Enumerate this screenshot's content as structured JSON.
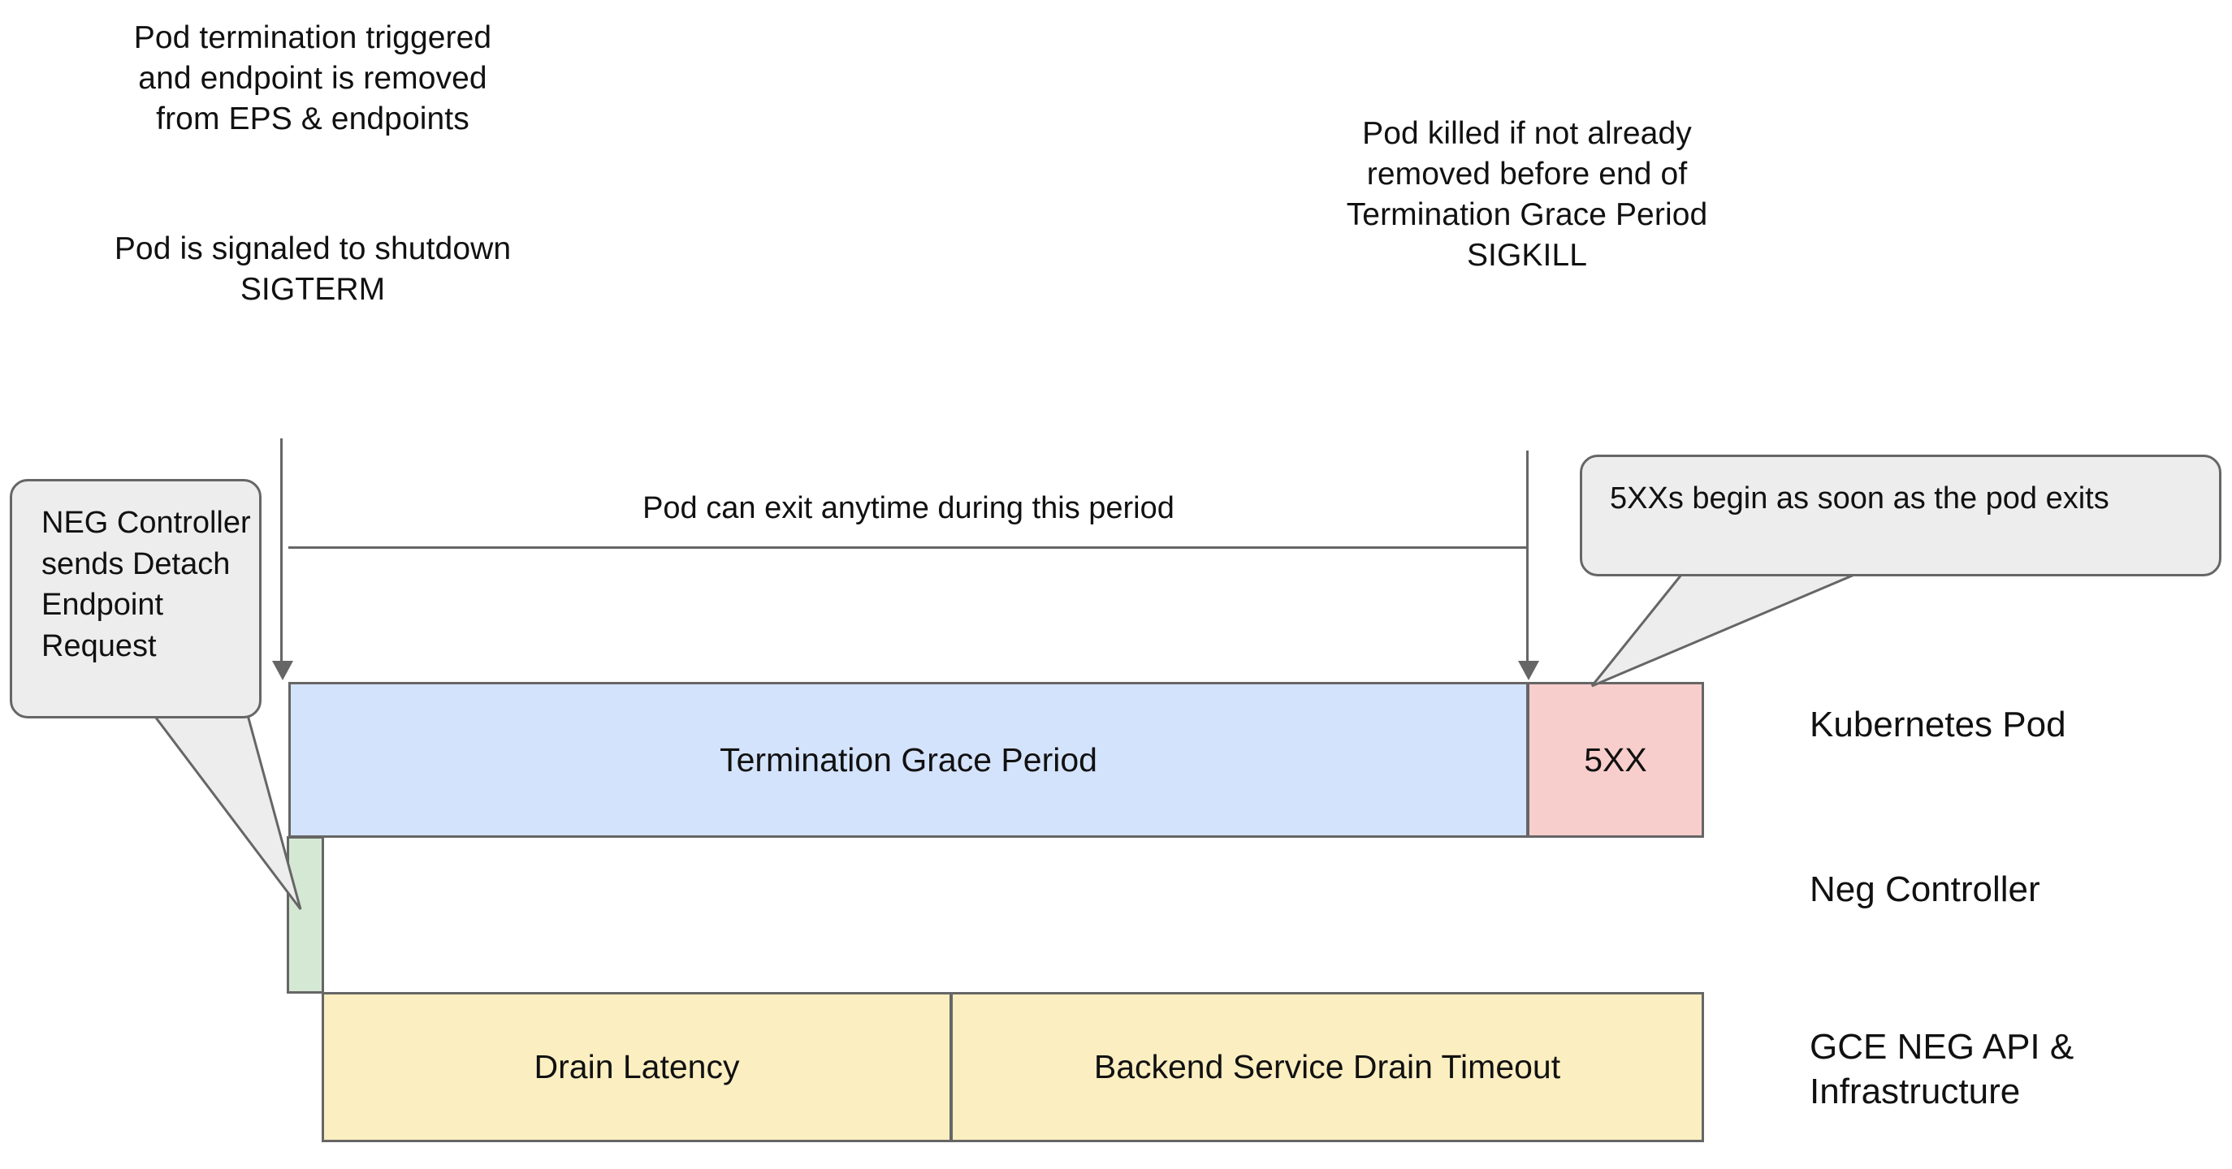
{
  "notes": {
    "pod_termination": "Pod termination triggered\nand endpoint is removed\nfrom EPS & endpoints",
    "pod_sigterm": "Pod is signaled to shutdown\nSIGTERM",
    "pod_killed": "Pod killed if not already\nremoved before end of\nTermination Grace Period\nSIGKILL"
  },
  "timeline": {
    "period_caption": "Pod can exit anytime during this period",
    "bars": {
      "termination_grace_period": "Termination Grace Period",
      "five_xx": "5XX",
      "neg_detach": "",
      "drain_latency": "Drain Latency",
      "backend_service_drain_timeout": "Backend Service Drain Timeout"
    }
  },
  "callouts": {
    "neg_controller": "NEG Controller sends Detach Endpoint Request",
    "five_xx_begin": "5XXs begin as soon as the pod exits"
  },
  "row_labels": {
    "kubernetes_pod": "Kubernetes Pod",
    "neg_controller": "Neg Controller",
    "gce_neg_api": "GCE NEG API &\nInfrastructure"
  },
  "colors": {
    "termination_grace_period": "#d4e3fc",
    "five_xx": "#f8cecc",
    "neg_detach": "#d5e8d4",
    "drain": "#fbeec0",
    "callout_bg": "#ededed",
    "stroke": "#666666"
  }
}
